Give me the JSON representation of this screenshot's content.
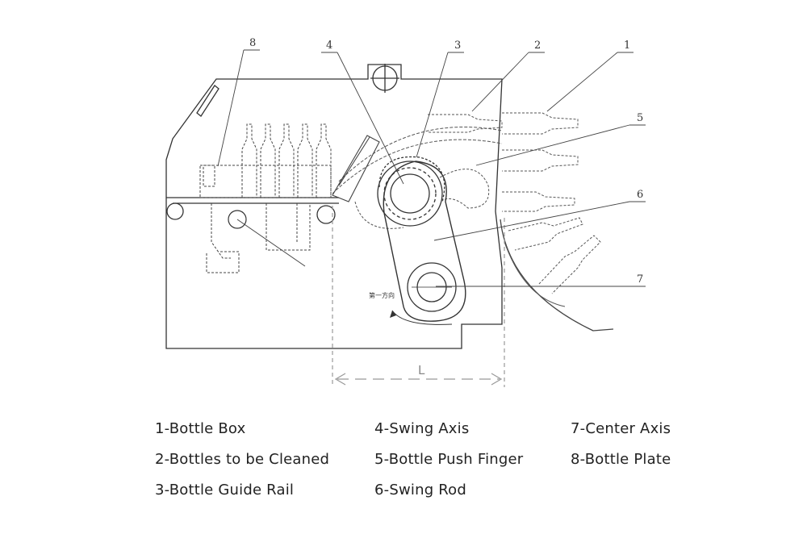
{
  "diagram": {
    "callouts": [
      "1",
      "2",
      "3",
      "4",
      "5",
      "6",
      "7",
      "8"
    ],
    "dimension_label": "L",
    "direction_note": "第一方向"
  },
  "legend": [
    "1-Bottle Box",
    "2-Bottles to be Cleaned",
    "3-Bottle Guide Rail",
    "4-Swing Axis",
    "5-Bottle Push Finger",
    "6-Swing Rod",
    "7-Center Axis",
    "8-Bottle Plate"
  ]
}
